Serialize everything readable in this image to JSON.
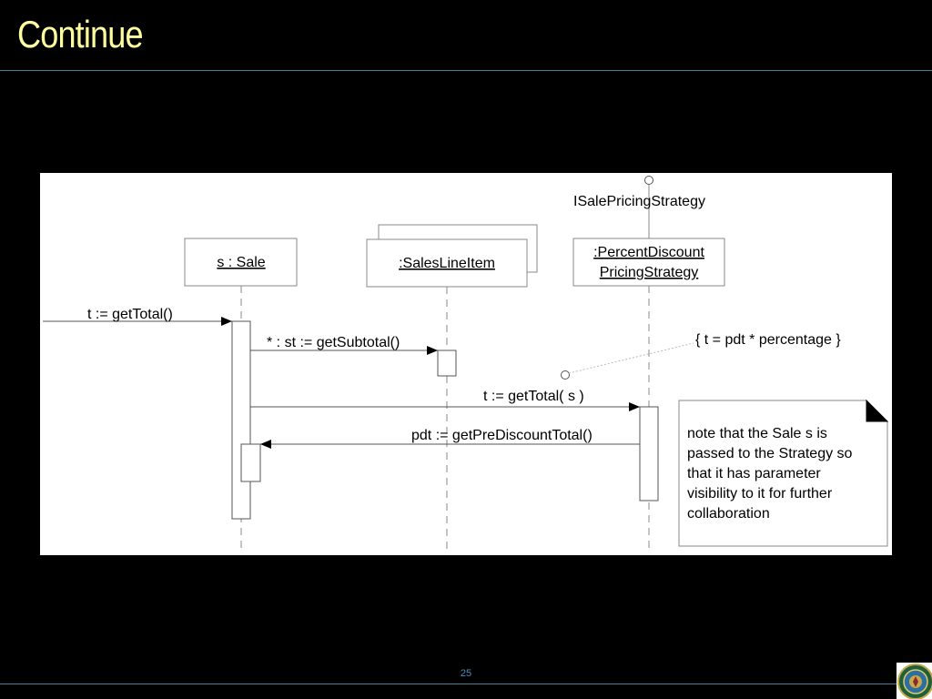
{
  "slide": {
    "title": "Continue",
    "page_number": "25"
  },
  "diagram": {
    "interface_label": "ISalePricingStrategy",
    "lifelines": {
      "sale": "s : Sale",
      "sales_line_item": ":SalesLineItem",
      "strategy_line1": ":PercentDiscount",
      "strategy_line2": "PricingStrategy"
    },
    "messages": {
      "incoming": "t := getTotal()",
      "get_subtotal": "* : st := getSubtotal()",
      "get_total_s": "t := getTotal( s )",
      "get_pre_discount": "pdt := getPreDiscountTotal()"
    },
    "constraint": "{ t = pdt * percentage }",
    "note_lines": [
      "note that the Sale s is",
      "passed to the Strategy so",
      "that it has parameter",
      "visibility to it for further",
      "collaboration"
    ]
  },
  "colors": {
    "title": "#ffffa0",
    "rule": "#4a7f98",
    "page_number": "#4a8fb8"
  }
}
